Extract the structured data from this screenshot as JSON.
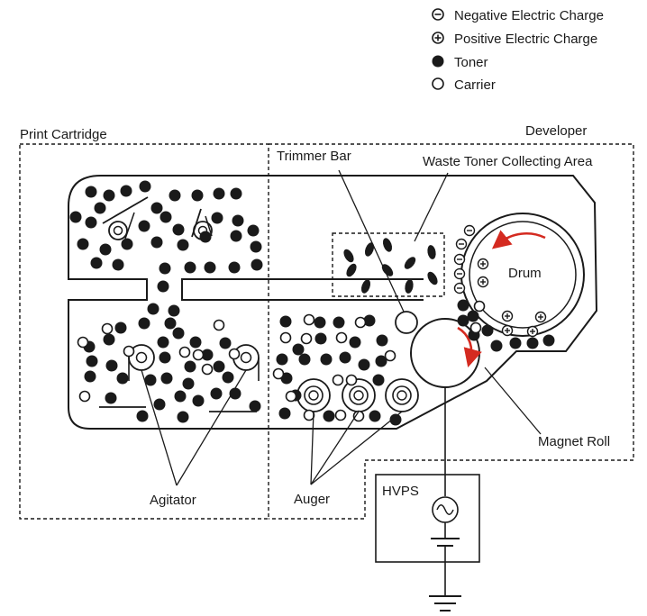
{
  "legend": [
    {
      "icon": "negative-charge-icon",
      "label": "Negative Electric Charge"
    },
    {
      "icon": "positive-charge-icon",
      "label": "Positive Electric Charge"
    },
    {
      "icon": "toner-icon",
      "label": "Toner"
    },
    {
      "icon": "carrier-icon",
      "label": "Carrier"
    }
  ],
  "labels": {
    "print_cartridge": "Print Cartridge",
    "developer": "Developer",
    "trimmer_bar": "Trimmer Bar",
    "waste_toner": "Waste Toner Collecting Area",
    "drum": "Drum",
    "magnet_roll": "Magnet Roll",
    "hvps": "HVPS",
    "agitator": "Agitator",
    "auger": "Auger"
  },
  "colors": {
    "ink": "#1a1a1a",
    "arrow": "#d42a20",
    "background": "#ffffff"
  }
}
